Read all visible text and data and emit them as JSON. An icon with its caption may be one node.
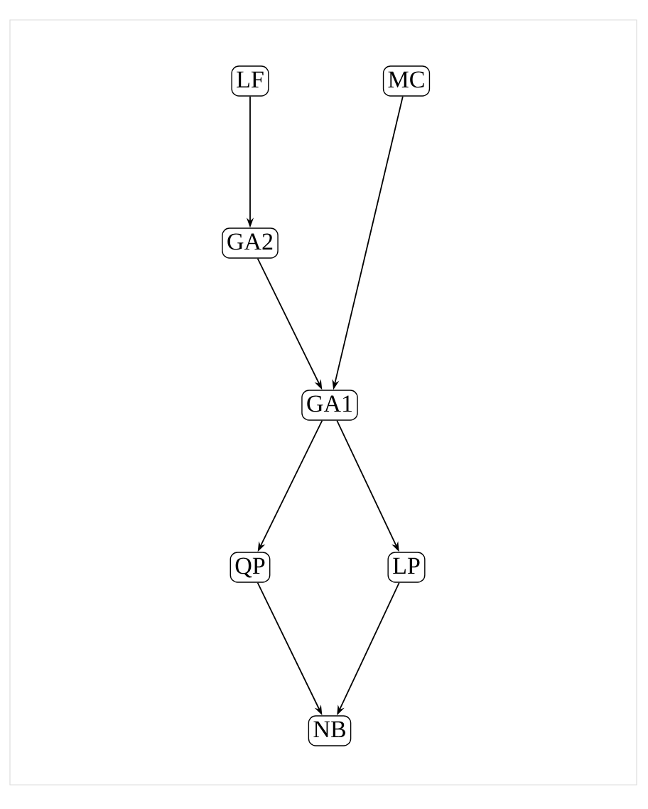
{
  "diagram": {
    "nodes": [
      {
        "text": [
          "LF"
        ]
      },
      {
        "text": [
          "MC"
        ]
      },
      {
        "text": [
          "GA2"
        ]
      },
      {
        "text": [
          "GA1"
        ]
      },
      {
        "text": [
          "QP"
        ]
      },
      {
        "text": [
          "LP"
        ]
      },
      {
        "text": [
          "NB"
        ]
      }
    ],
    "edges": [
      {
        "from": 0,
        "to": 2,
        "arrow": "to"
      },
      {
        "from": 1,
        "to": 3,
        "arrow": "to"
      },
      {
        "from": 2,
        "to": 3,
        "arrow": "to"
      },
      {
        "from": 3,
        "to": 4,
        "arrow": "to"
      },
      {
        "from": 3,
        "to": 5,
        "arrow": "to"
      },
      {
        "from": 4,
        "to": 6,
        "arrow": "to"
      },
      {
        "from": 5,
        "to": 6,
        "arrow": "to"
      }
    ]
  }
}
